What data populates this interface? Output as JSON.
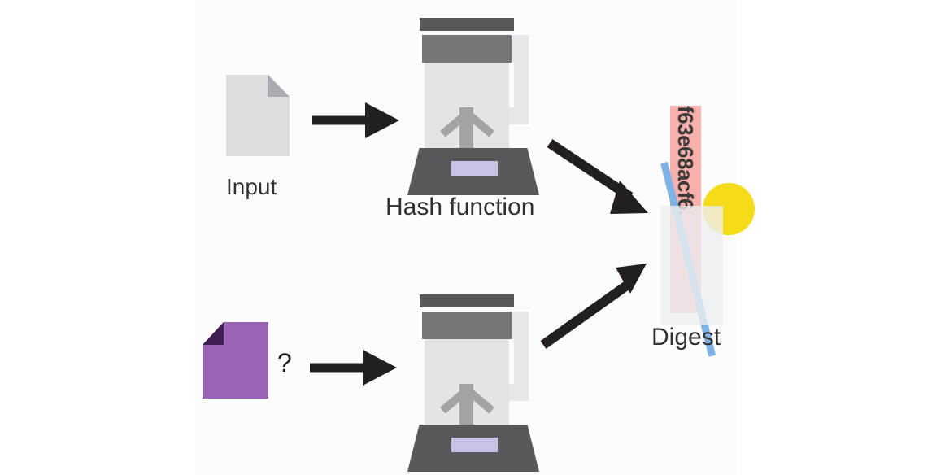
{
  "figure": {
    "type": "diagram",
    "topic": "Cryptographic hash function (blender analogy)",
    "background_color": "#ffffff",
    "panel_color": "#fcfcfc"
  },
  "labels": {
    "input": "Input",
    "hash_function": "Hash function",
    "digest": "Digest",
    "question_mark": "?"
  },
  "digest": {
    "hash_value": "f63e68acf6...",
    "strip_color": "#f6a9a5",
    "straw_color": "#7fb2e5",
    "circle_color": "#f6dc18",
    "glass_color": "#ecedf0"
  },
  "documents": [
    {
      "id": "input-document",
      "label": "Input",
      "body_color": "#dddee2",
      "fold_color": "#a8abaf",
      "fold_corner": "top-right"
    },
    {
      "id": "unknown-document",
      "label": "?",
      "body_color": "#9b63b4",
      "fold_color": "#3f1d50",
      "fold_corner": "top-left"
    }
  ],
  "blenders": [
    {
      "id": "blender-top",
      "label": "Hash function",
      "lid_color": "#58595b",
      "collar_color": "#75767a",
      "jar_color": "#e3e4e8",
      "base_color": "#58595b",
      "panel_color": "#c5c3e6",
      "blade_color": "#a1a3a7"
    },
    {
      "id": "blender-bottom",
      "label": "",
      "lid_color": "#58595b",
      "collar_color": "#75767a",
      "jar_color": "#e3e4e8",
      "base_color": "#58595b",
      "panel_color": "#c5c3e6",
      "blade_color": "#a1a3a7"
    }
  ],
  "arrows": [
    {
      "id": "arrow-input-to-blender",
      "direction": "right",
      "color": "#231f20"
    },
    {
      "id": "arrow-blender-to-digest",
      "direction": "down-right",
      "color": "#231f20"
    },
    {
      "id": "arrow-unknown-to-blender",
      "direction": "right",
      "color": "#231f20"
    },
    {
      "id": "arrow-blender2-to-digest",
      "direction": "up-right",
      "color": "#231f20"
    }
  ]
}
